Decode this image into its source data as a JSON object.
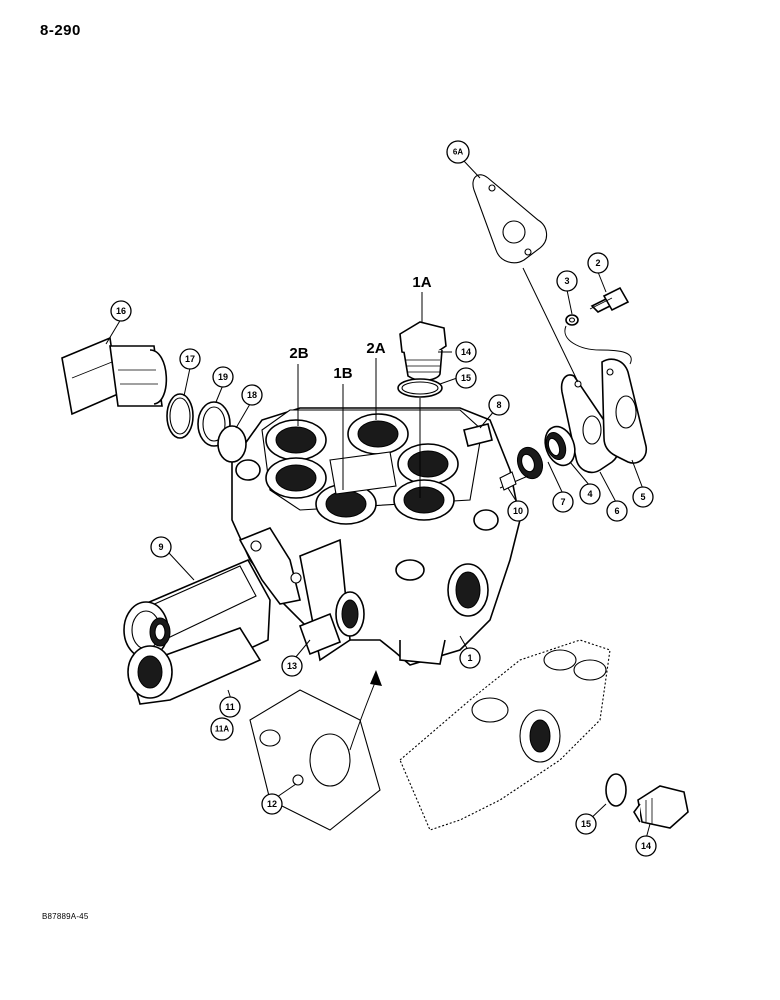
{
  "header": {
    "page_number": "8-290"
  },
  "footer": {
    "figure_code": "B87889A-45"
  },
  "port_labels": [
    "1A",
    "2A",
    "1B",
    "2B"
  ],
  "callouts": [
    "1",
    "2",
    "3",
    "4",
    "5",
    "6",
    "6A",
    "7",
    "8",
    "9",
    "10",
    "11",
    "11A",
    "12",
    "13",
    "14",
    "14",
    "15",
    "15",
    "16",
    "17",
    "18",
    "19"
  ]
}
